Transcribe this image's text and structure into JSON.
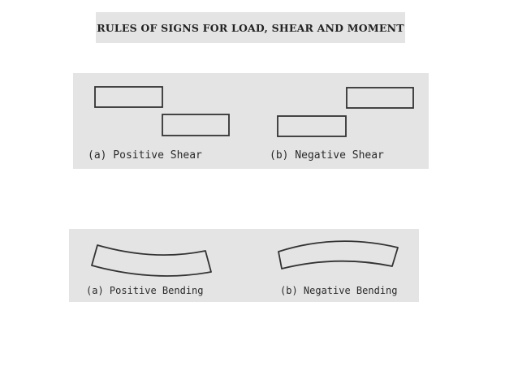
{
  "title": "RULES OF SIGNS FOR LOAD, SHEAR AND MOMENT",
  "shear": {
    "positive_label": "(a) Positive Shear",
    "negative_label": "(b) Negative Shear"
  },
  "bending": {
    "positive_label": "(a) Positive Bending",
    "negative_label": "(b) Negative Bending"
  },
  "colors": {
    "panel_background": "#e4e4e4",
    "stroke": "#333333",
    "text": "#2a2a2a"
  }
}
